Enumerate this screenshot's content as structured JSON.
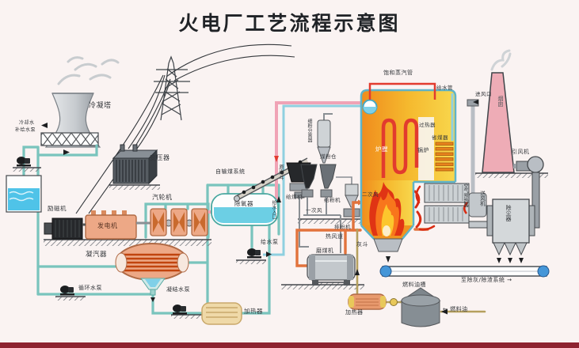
{
  "title": "火电厂工艺流程示意图",
  "labels": {
    "cooling_tower": "冷凝塔",
    "cooling_water": "冷却水",
    "makeup_water_pump": "补给水泵",
    "transformer": "变压器",
    "exciter": "励磁机",
    "generator": "发电机",
    "steam_turbine": "汽轮机",
    "condenser": "凝汽器",
    "circulating_pump": "循环水泵",
    "condensate_pump": "凝结水泵",
    "lp_heater": "加热器",
    "deaerator": "除氧器",
    "feedwater_pump": "给水泵",
    "feedwater_inlet": "给水入口",
    "coal_conveyor_system": "自输煤系统",
    "raw_coal_hopper": "原煤斗",
    "coal_feeder": "给煤机",
    "fine_separator": "细粉分离器",
    "coal_bunker": "煤粉仓",
    "powder_feeder": "给粉机",
    "powder_exhaust_fan": "排粉机",
    "primary_air": "一次风",
    "secondary_air": "二次风",
    "coal_mill": "磨煤机",
    "hot_air_duct": "热风道",
    "saturated_steam_pipe": "饱和蒸汽管",
    "feedwater_pipe": "给水管",
    "superheater": "过热器",
    "economizer": "省煤器",
    "boiler": "锅炉",
    "furnace": "炉膛",
    "ash_hopper": "灰斗",
    "air_preheater": "空气预热器",
    "air_inlet": "进风口",
    "chimney": "烟囱",
    "induced_draft_fan": "引风机",
    "forced_draft_fan": "送风机",
    "dust_collector": "除尘器",
    "ash_slag_system": "至除灰/除渣系统 →",
    "fuel_oil_tank": "燃料油槽",
    "fuel_oil": "← 燃料油",
    "fuel_heater": "加热器"
  },
  "colors": {
    "steam_pipe": "#f0a3b6",
    "water_pipe": "#79c4bd",
    "feed_pipe": "#8fd0e0",
    "hot_air": "#e2733c",
    "fuel_pipe": "#b5a05e",
    "flame_red": "#d92b12",
    "boiler_yellow": "#f7d54b",
    "chimney_pink": "#eeacb6",
    "machine_salmon": "#eda886",
    "footer_bar": "#8e2330"
  }
}
